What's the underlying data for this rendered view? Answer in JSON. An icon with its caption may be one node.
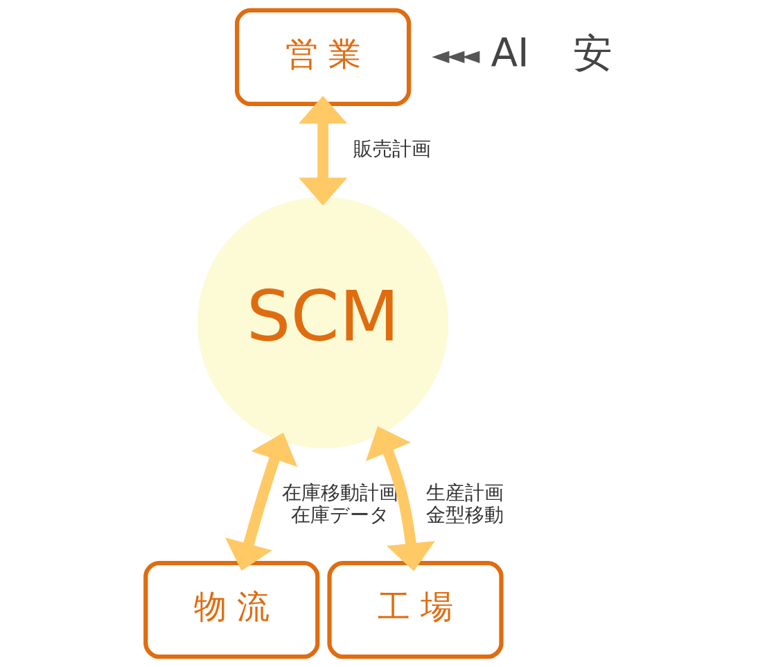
{
  "diagram": {
    "nodes": [
      {
        "text": [
          "営 業"
        ]
      },
      {
        "text": [
          "SCM"
        ]
      },
      {
        "text": [
          "物 流"
        ]
      },
      {
        "text": [
          "工 場"
        ]
      }
    ],
    "edges": [
      {
        "from": 0,
        "to": 1,
        "arrow": "both",
        "label": "販売計画"
      },
      {
        "from": 1,
        "to": 2,
        "arrow": "both",
        "label": "在庫移動計画在庫データ"
      },
      {
        "from": 1,
        "to": 3,
        "arrow": "both",
        "label": "生産計画金型移動"
      }
    ],
    "labels": [
      "AI",
      "安"
    ]
  }
}
